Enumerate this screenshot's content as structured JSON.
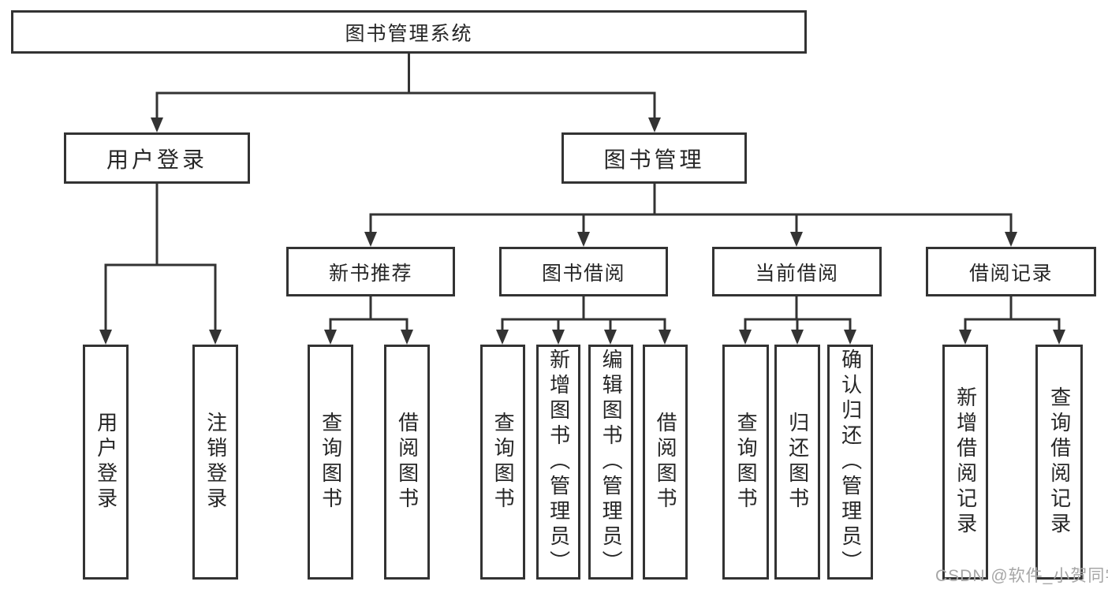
{
  "diagram": {
    "root": {
      "label": "图书管理系统"
    },
    "children": [
      {
        "label": "用户登录",
        "children": [
          {
            "label": "用户登录"
          },
          {
            "label": "注销登录"
          }
        ]
      },
      {
        "label": "图书管理",
        "children": [
          {
            "label": "新书推荐",
            "children": [
              {
                "label": "查询图书"
              },
              {
                "label": "借阅图书"
              }
            ]
          },
          {
            "label": "图书借阅",
            "children": [
              {
                "label": "查询图书"
              },
              {
                "label": "新增图书（管理员）"
              },
              {
                "label": "编辑图书（管理员）"
              },
              {
                "label": "借阅图书"
              }
            ]
          },
          {
            "label": "当前借阅",
            "children": [
              {
                "label": "查询图书"
              },
              {
                "label": "归还图书"
              },
              {
                "label": "确认归还（管理员）"
              }
            ]
          },
          {
            "label": "借阅记录",
            "children": [
              {
                "label": "新增借阅记录"
              },
              {
                "label": "查询借阅记录"
              }
            ]
          }
        ]
      }
    ]
  },
  "watermark": {
    "text": "CSDN @软件_小贺同学",
    "color": "#a6a6a6"
  },
  "colors": {
    "line": "#333333",
    "text": "#262626",
    "background": "#ffffff"
  }
}
